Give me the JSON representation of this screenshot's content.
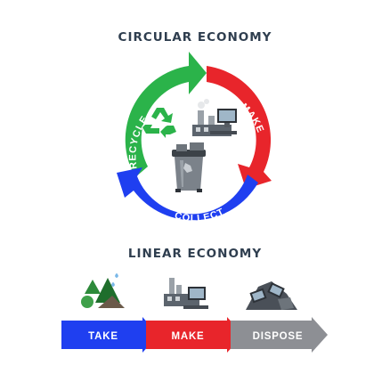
{
  "circular": {
    "title": "CIRCULAR ECONOMY",
    "recycle_label": "RECYCLE",
    "make_label": "MAKE",
    "collect_label": "COLLECT",
    "colors": {
      "recycle": "#2bb34a",
      "make": "#e8252b",
      "collect": "#1f3ff0"
    }
  },
  "linear": {
    "title": "LINEAR ECONOMY",
    "steps": [
      {
        "label": "TAKE",
        "color": "#1f3ff0"
      },
      {
        "label": "MAKE",
        "color": "#e8252b"
      },
      {
        "label": "DISPOSE",
        "color": "#8d8f94"
      }
    ]
  },
  "icons": [
    "recycle-symbol-icon",
    "factory-icon",
    "electronics-icon",
    "trash-bin-icon",
    "forest-icon",
    "junk-pile-icon"
  ]
}
